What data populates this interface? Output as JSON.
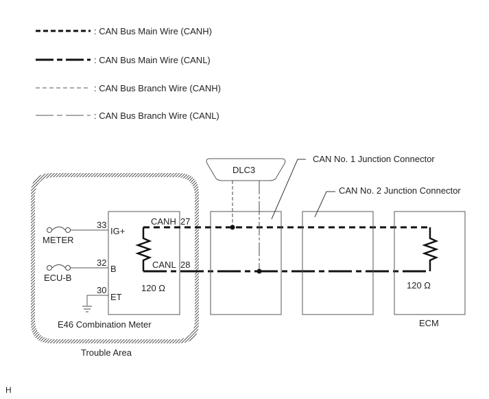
{
  "legend": [
    {
      "label": ": CAN Bus Main Wire (CANH)",
      "style": "main-canh"
    },
    {
      "label": ": CAN Bus Main Wire (CANL)",
      "style": "main-canl"
    },
    {
      "label": ": CAN Bus Branch Wire (CANH)",
      "style": "branch-canh"
    },
    {
      "label": ": CAN Bus Branch Wire (CANL)",
      "style": "branch-canl"
    }
  ],
  "trouble_area": {
    "label": "Trouble Area"
  },
  "combination_meter": {
    "name": "E46  Combination Meter",
    "resistor": "120 Ω",
    "pins": [
      {
        "num": "33",
        "name": "IG+",
        "fuse": "METER"
      },
      {
        "num": "32",
        "name": "B",
        "fuse": "ECU-B"
      },
      {
        "num": "30",
        "name": "ET",
        "ground": true
      }
    ],
    "canh": {
      "label": "CANH",
      "pin": "27"
    },
    "canl": {
      "label": "CANL",
      "pin": "28"
    }
  },
  "dlc3": {
    "label": "DLC3"
  },
  "junction1": {
    "label": "CAN No. 1 Junction Connector"
  },
  "junction2": {
    "label": "CAN No. 2 Junction Connector"
  },
  "ecm": {
    "label": "ECM",
    "resistor": "120 Ω"
  },
  "corner_mark": "H",
  "colors": {
    "line": "#111111",
    "thin": "#555555"
  }
}
